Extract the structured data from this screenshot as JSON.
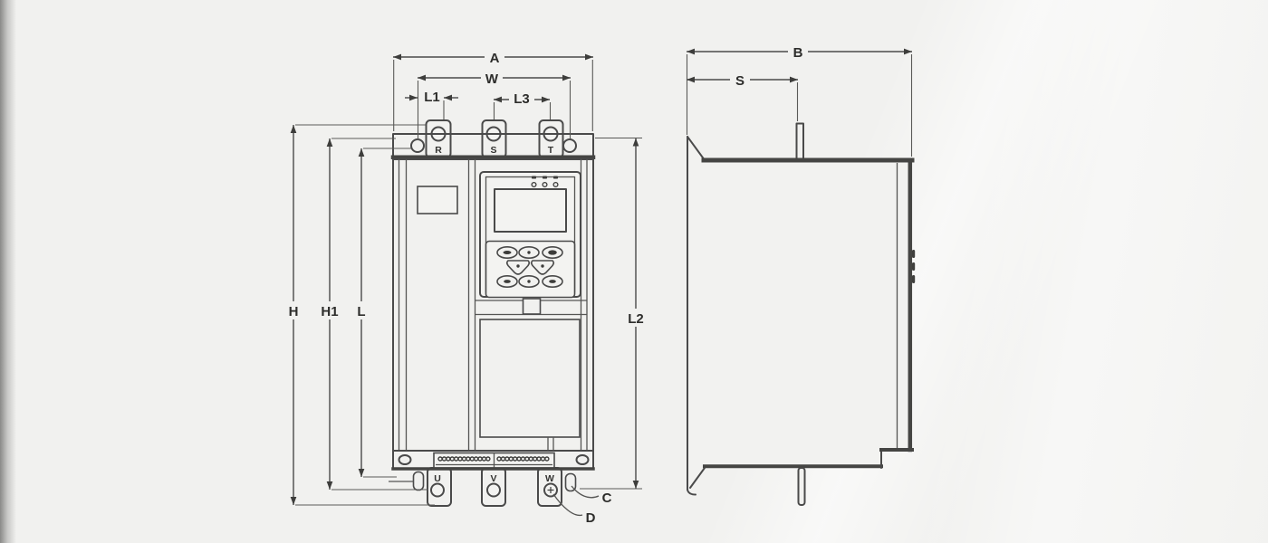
{
  "front_view": {
    "top_terminals": [
      {
        "label": "R"
      },
      {
        "label": "S"
      },
      {
        "label": "T"
      }
    ],
    "bottom_terminals": [
      {
        "label": "U"
      },
      {
        "label": "V"
      },
      {
        "label": "W"
      }
    ],
    "dimensions": {
      "overall_width": "A",
      "mounting_width": "W",
      "l1": "L1",
      "l3": "L3",
      "overall_height": "H",
      "h1": "H1",
      "l": "L",
      "l2": "L2"
    },
    "callouts": {
      "c": "C",
      "d": "D"
    }
  },
  "side_view": {
    "dimensions": {
      "depth": "B",
      "s": "S"
    }
  },
  "colors": {
    "line": "#4a4a4a",
    "line_heavy": "#454543",
    "background": "#f1f1ef"
  }
}
